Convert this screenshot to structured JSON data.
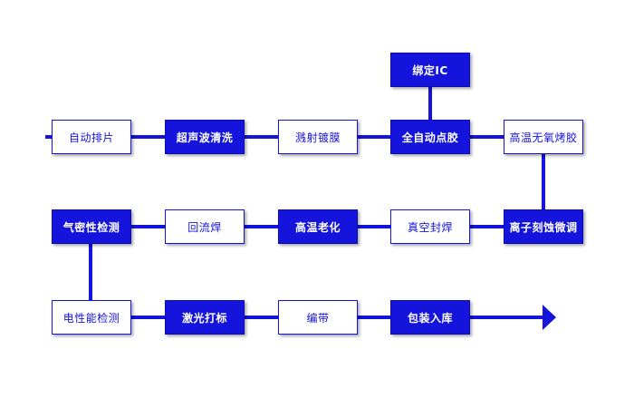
{
  "colors": {
    "primary": "#1414DC",
    "outline_fill": "#FFFFFF"
  },
  "steps": [
    {
      "id": "paipian",
      "label": "自动排片",
      "style": "outline"
    },
    {
      "id": "chaoshengbo",
      "label": "超声波清洗",
      "style": "filled"
    },
    {
      "id": "jianshe",
      "label": "溅射镀膜",
      "style": "outline"
    },
    {
      "id": "quanzidong",
      "label": "全自动点胶",
      "style": "filled"
    },
    {
      "id": "bangding",
      "label": "绑定IC",
      "style": "filled"
    },
    {
      "id": "gaowenkao",
      "label": "高温无氧烤胶",
      "style": "outline"
    },
    {
      "id": "lizi",
      "label": "离子刻蚀微调",
      "style": "filled"
    },
    {
      "id": "zhenkong",
      "label": "真空封焊",
      "style": "outline"
    },
    {
      "id": "laohua",
      "label": "高温老化",
      "style": "filled"
    },
    {
      "id": "huiliu",
      "label": "回流焊",
      "style": "outline"
    },
    {
      "id": "qimi",
      "label": "气密性检测",
      "style": "filled"
    },
    {
      "id": "dianxing",
      "label": "电性能检测",
      "style": "outline"
    },
    {
      "id": "jiguang",
      "label": "激光打标",
      "style": "filled"
    },
    {
      "id": "biandai",
      "label": "编带",
      "style": "outline"
    },
    {
      "id": "baozhuang",
      "label": "包装入库",
      "style": "filled"
    }
  ]
}
